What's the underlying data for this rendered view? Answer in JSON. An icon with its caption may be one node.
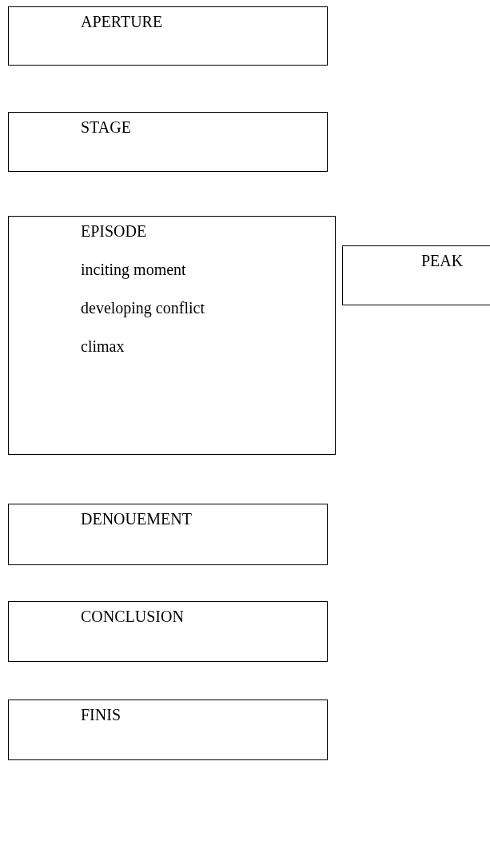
{
  "diagram": {
    "nodes": [
      {
        "text": [
          "APERTURE"
        ]
      },
      {
        "text": [
          "STAGE"
        ]
      },
      {
        "text": [
          "EPISODE",
          "inciting moment",
          "developing conflict",
          "climax"
        ]
      },
      {
        "text": [
          "PEAK"
        ]
      },
      {
        "text": [
          "DENOUEMENT"
        ]
      },
      {
        "text": [
          "CONCLUSION"
        ]
      },
      {
        "text": [
          "FINIS"
        ]
      }
    ]
  }
}
